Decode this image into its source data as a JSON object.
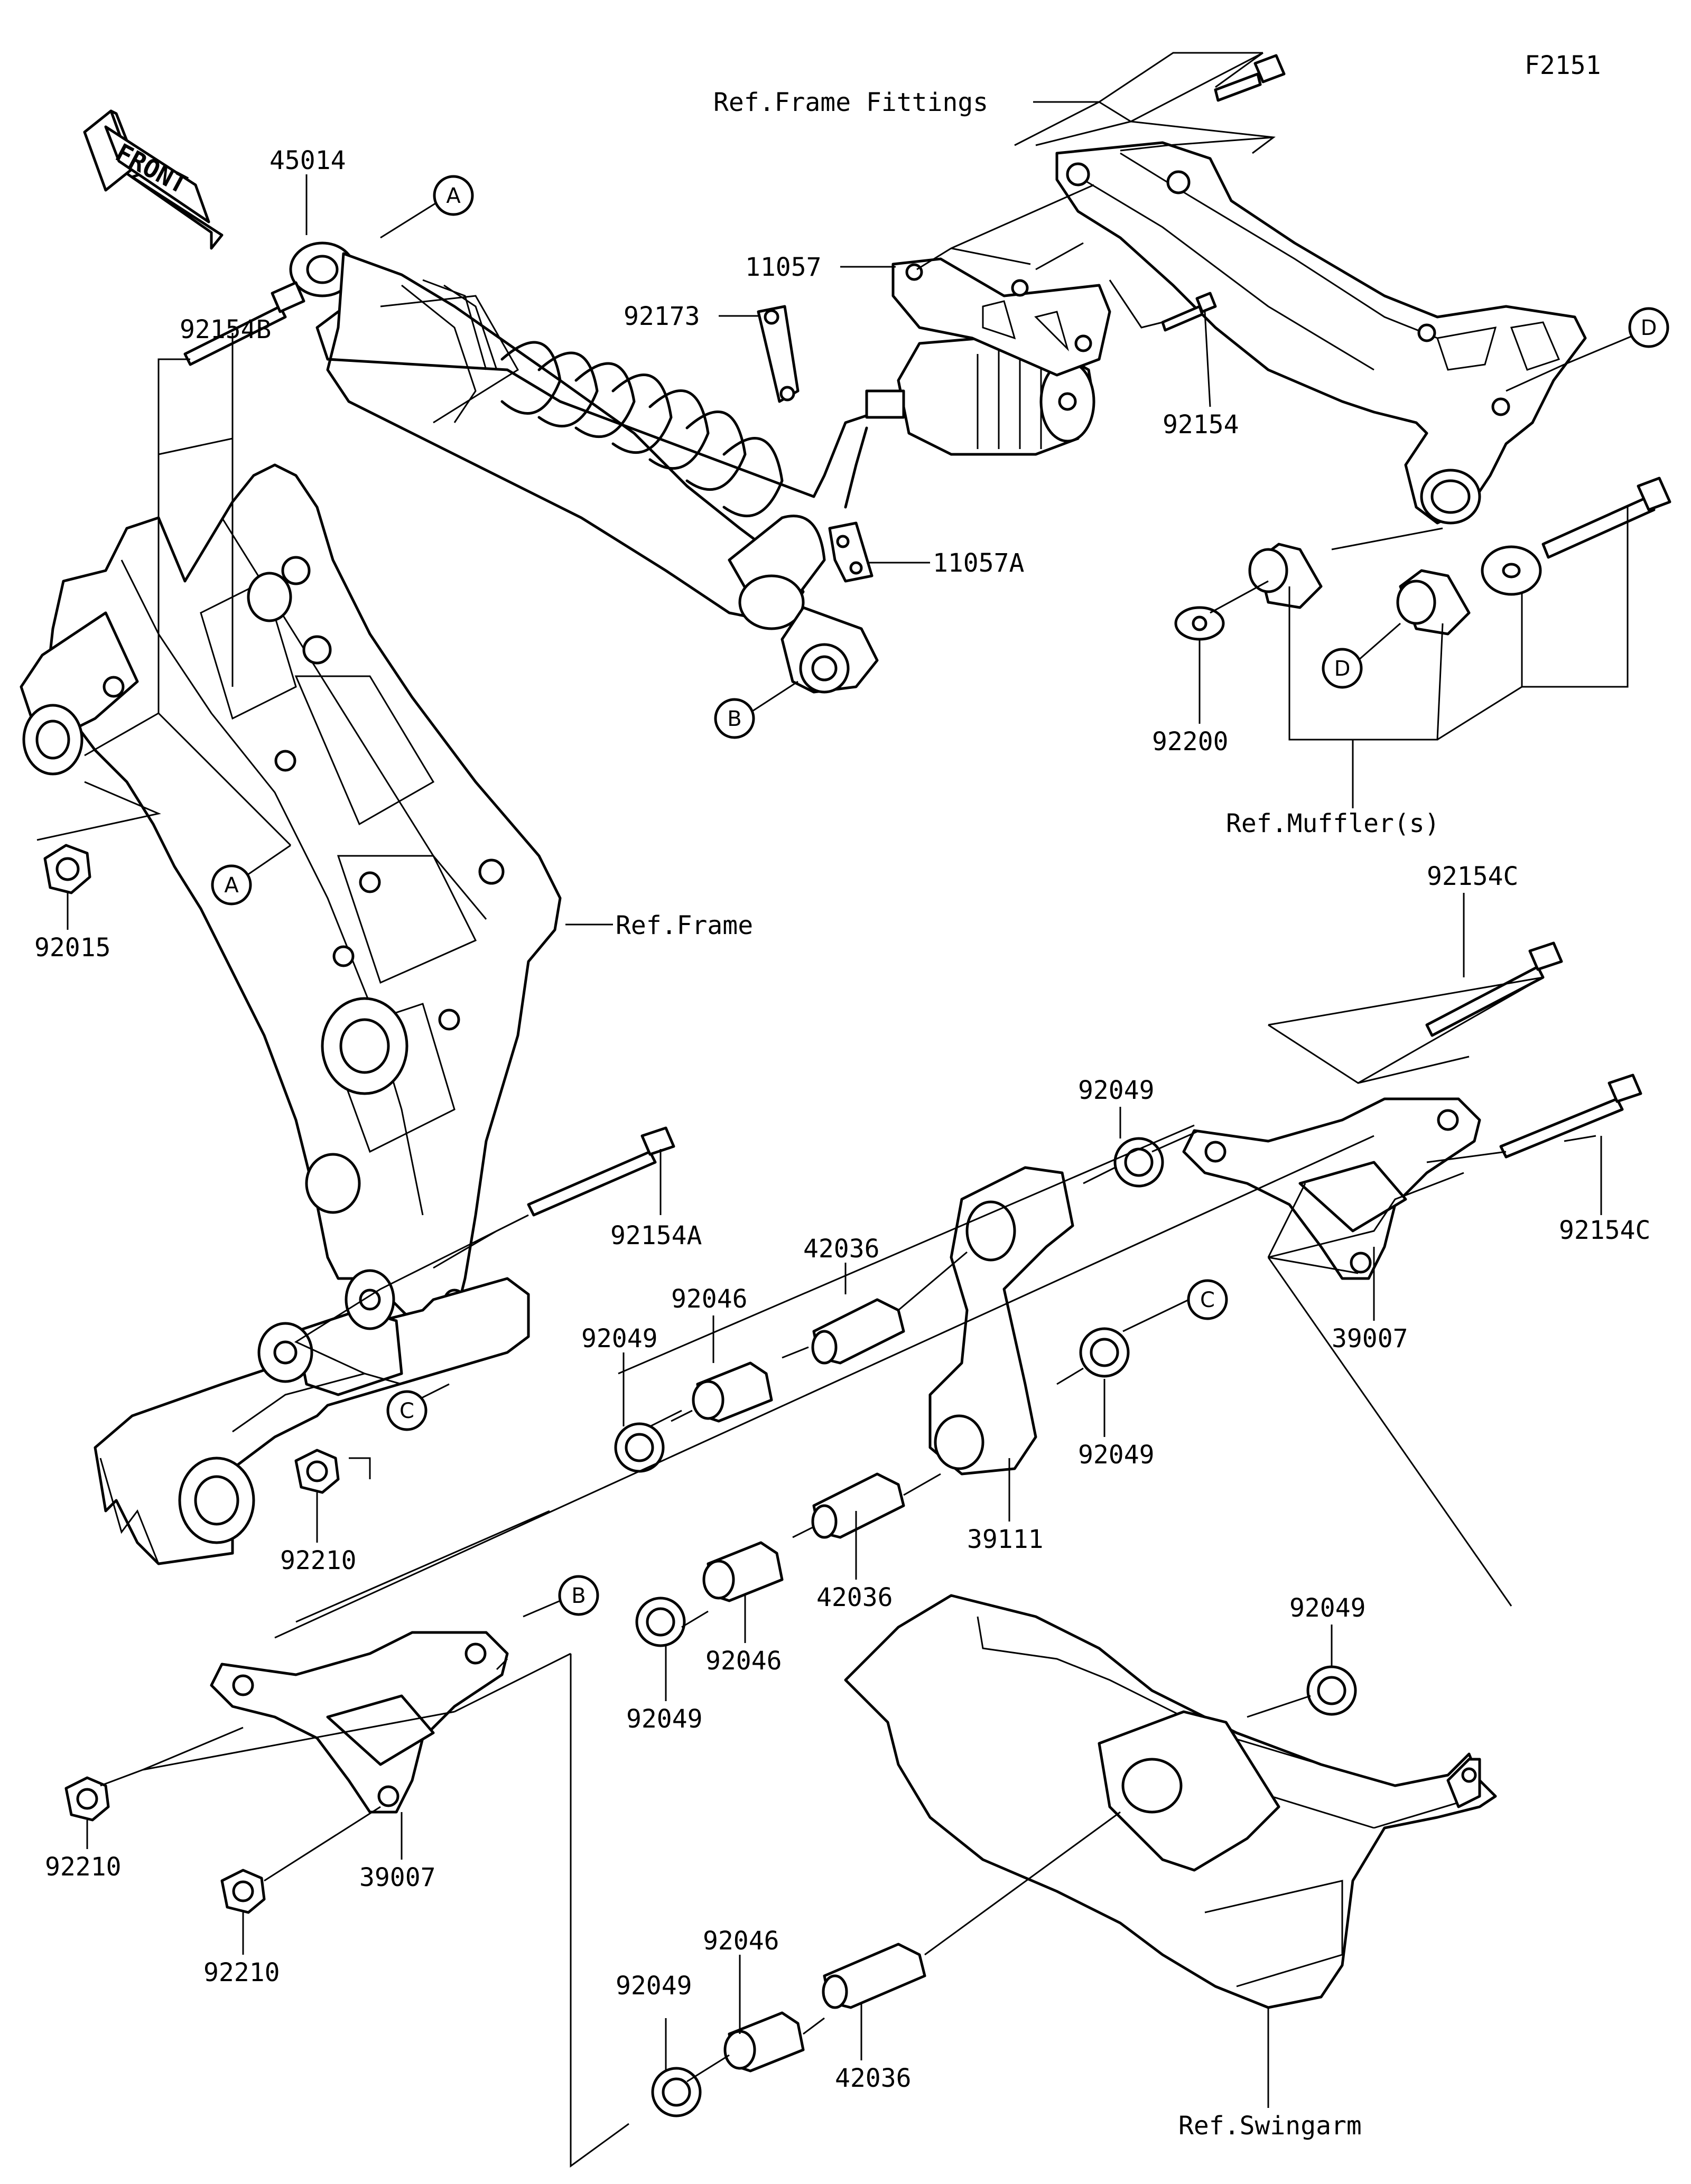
{
  "figure_code": "F2151",
  "front_label": "FRONT",
  "callouts": {
    "A": "A",
    "B": "B",
    "C": "C",
    "D": "D"
  },
  "part_labels": {
    "p45014": "45014",
    "p92154B": "92154B",
    "p92015": "92015",
    "p11057": "11057",
    "p92173": "92173",
    "p11057A": "11057A",
    "p92154": "92154",
    "p92200": "92200",
    "p92154C_top": "92154C",
    "p92154C_right": "92154C",
    "p92154A": "92154A",
    "p92049_a": "92049",
    "p92049_b": "92049",
    "p92049_c": "92049",
    "p92049_d": "92049",
    "p92049_e": "92049",
    "p92049_f": "92049",
    "p42036_a": "42036",
    "p42036_b": "42036",
    "p42036_c": "42036",
    "p92046_a": "92046",
    "p92046_b": "92046",
    "p92046_c": "92046",
    "p39007_right": "39007",
    "p39007_left": "39007",
    "p39111": "39111",
    "p92210_a": "92210",
    "p92210_b": "92210",
    "p92210_c": "92210"
  },
  "reference_labels": {
    "frame_fittings": "Ref.Frame Fittings",
    "frame": "Ref.Frame",
    "mufflers": "Ref.Muffler(s)",
    "swingarm": "Ref.Swingarm"
  }
}
